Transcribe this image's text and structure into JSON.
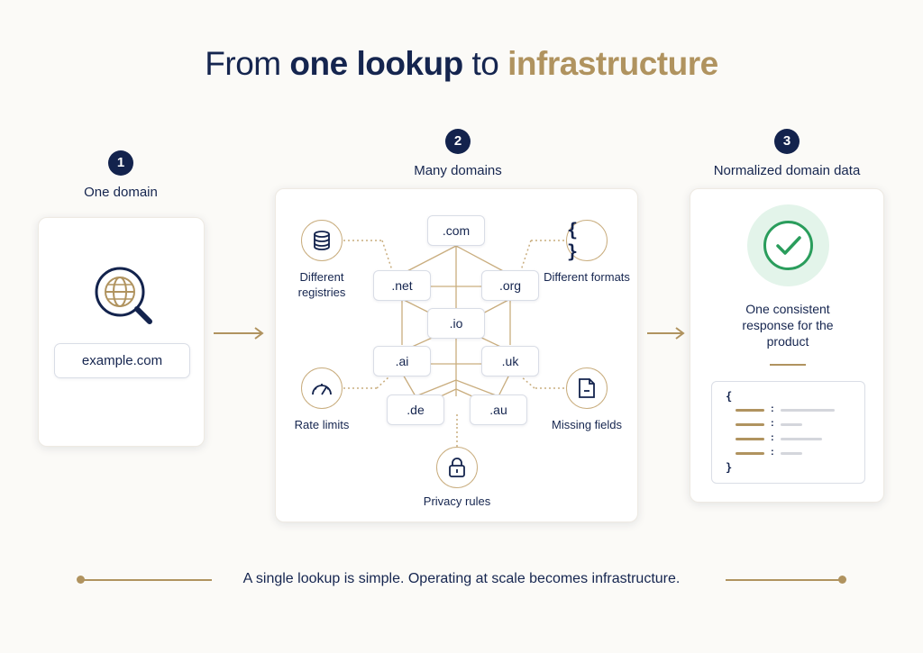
{
  "title": {
    "pre": "From ",
    "bold": "one lookup",
    "mid": " to ",
    "accent": "infrastructure"
  },
  "steps": [
    {
      "num": "1",
      "label": "One domain"
    },
    {
      "num": "2",
      "label": "Many domains"
    },
    {
      "num": "3",
      "label": "Normalized domain data"
    }
  ],
  "step1": {
    "input_value": "example.com",
    "icon": "globe-search-icon"
  },
  "step2": {
    "domains": [
      ".com",
      ".net",
      ".org",
      ".io",
      ".ai",
      ".uk",
      ".de",
      ".au"
    ],
    "challenges": [
      {
        "label": "Different registries",
        "icon": "database-icon"
      },
      {
        "label": "Different formats",
        "icon": "braces-icon"
      },
      {
        "label": "Rate limits",
        "icon": "gauge-icon"
      },
      {
        "label": "Missing fields",
        "icon": "file-icon"
      },
      {
        "label": "Privacy rules",
        "icon": "lock-icon"
      }
    ]
  },
  "step3": {
    "icon": "check-circle-icon",
    "result": "One consistent response for the product",
    "json_open": "{",
    "json_close": "}",
    "colon": ":"
  },
  "footer": "A single lookup is simple. Operating at scale becomes infrastructure.",
  "colors": {
    "navy": "#13234d",
    "gold": "#b0935f",
    "green": "#2a9d5c",
    "green_bg": "#e3f4ea"
  }
}
